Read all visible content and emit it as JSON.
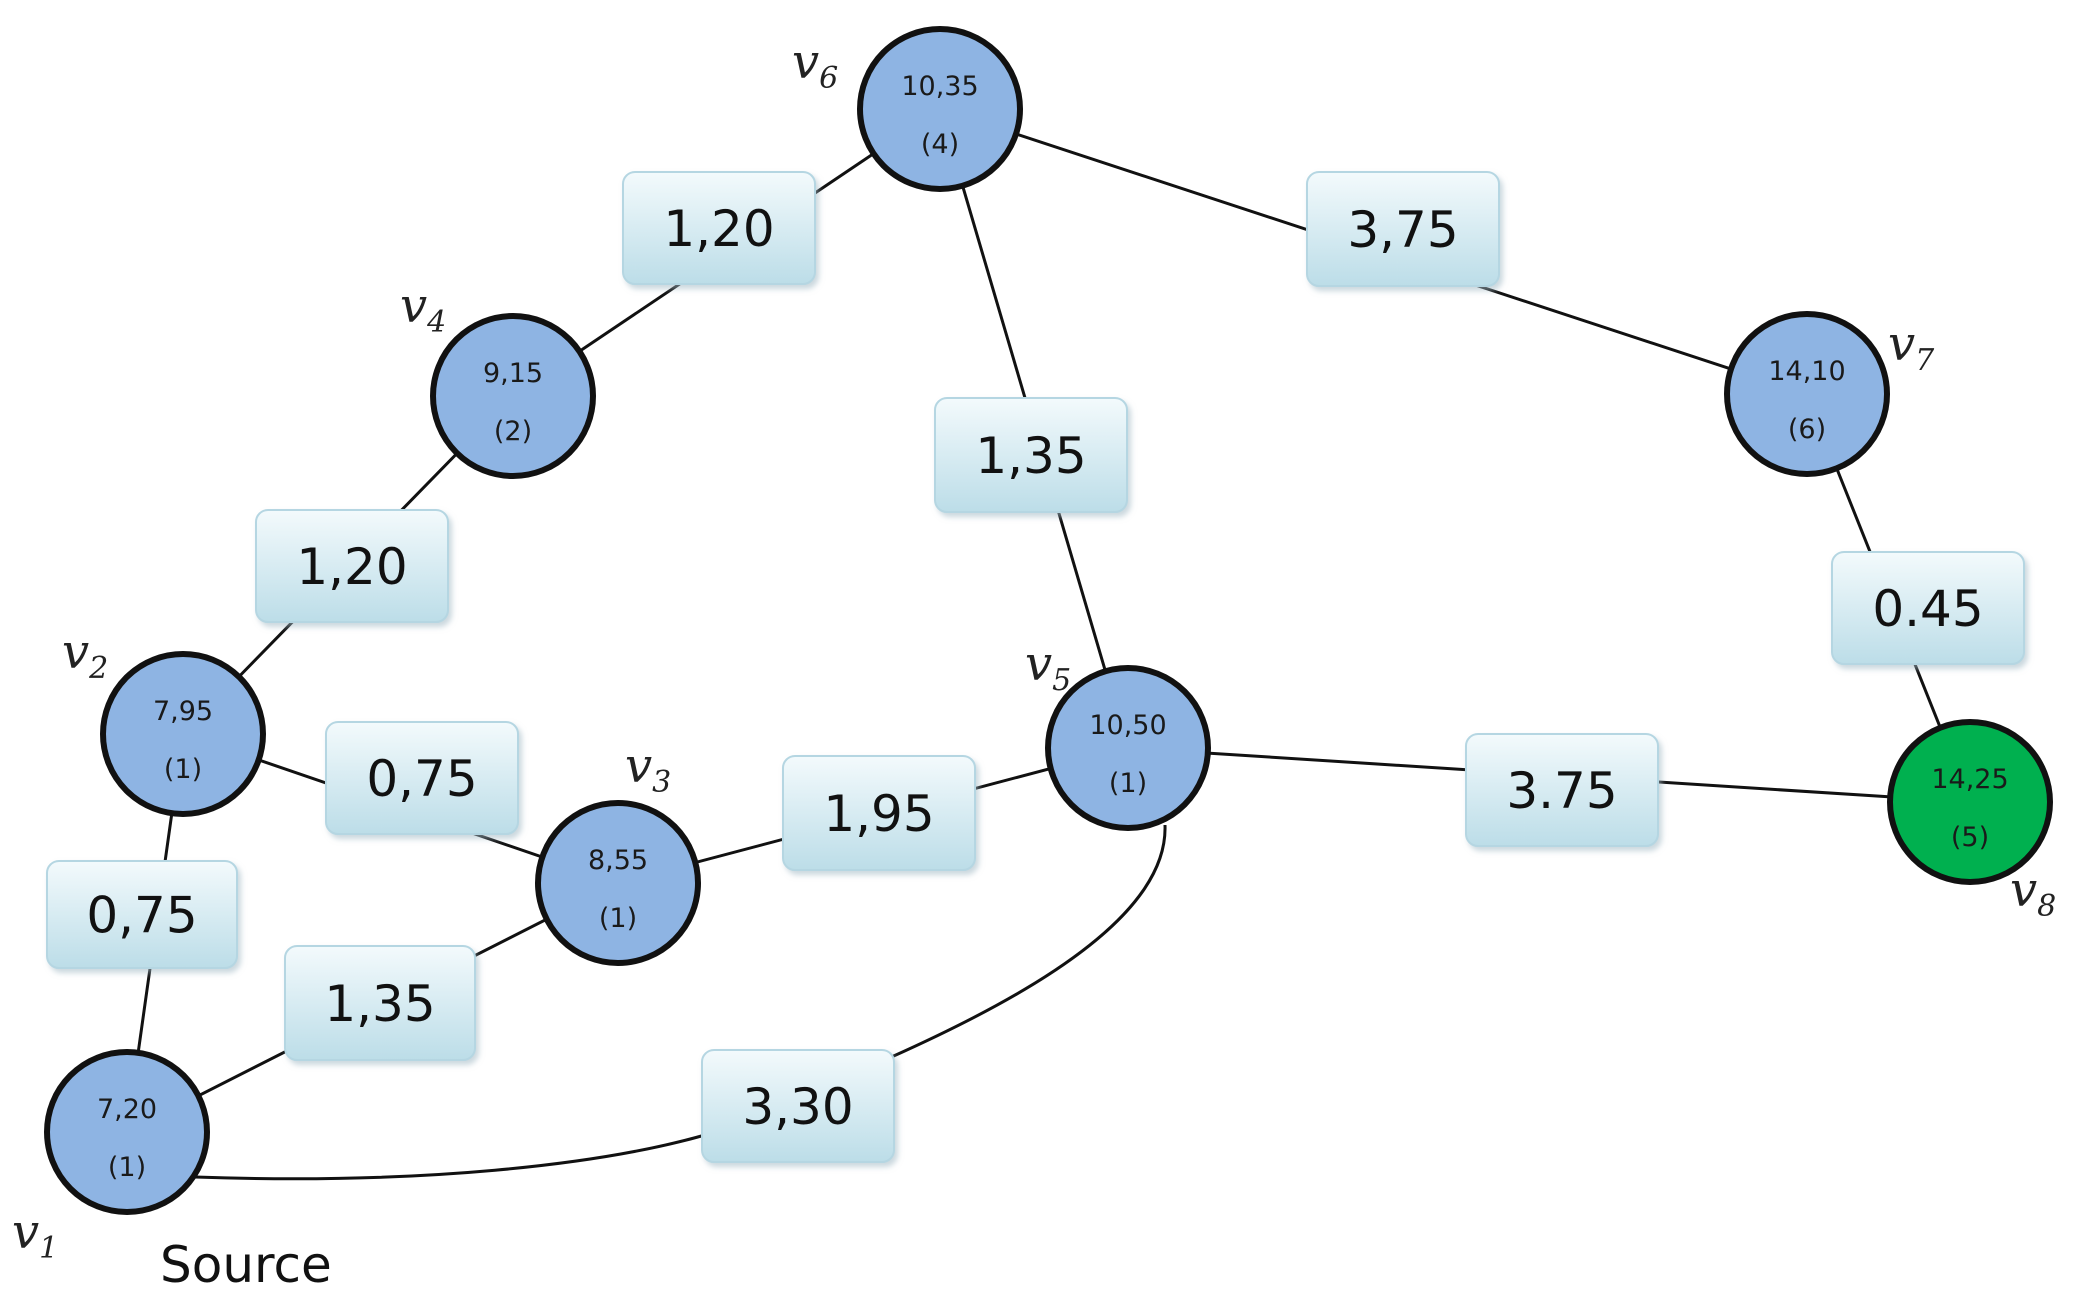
{
  "colors": {
    "node_fill": "#8eb4e3",
    "node_target_fill": "#00b04f",
    "node_stroke": "#111111",
    "edge_stroke": "#111111",
    "label_fill_top": "#f3fafc",
    "label_fill_bottom": "#bcdde8"
  },
  "nodes": [
    {
      "id": "v1",
      "name": "v",
      "sub": "1",
      "value": "7,20",
      "count": "(1)"
    },
    {
      "id": "v2",
      "name": "v",
      "sub": "2",
      "value": "7,95",
      "count": "(1)"
    },
    {
      "id": "v3",
      "name": "v",
      "sub": "3",
      "value": "8,55",
      "count": "(1)"
    },
    {
      "id": "v4",
      "name": "v",
      "sub": "4",
      "value": "9,15",
      "count": "(2)"
    },
    {
      "id": "v5",
      "name": "v",
      "sub": "5",
      "value": "10,50",
      "count": "(1)"
    },
    {
      "id": "v6",
      "name": "v",
      "sub": "6",
      "value": "10,35",
      "count": "(4)"
    },
    {
      "id": "v7",
      "name": "v",
      "sub": "7",
      "value": "14,10",
      "count": "(6)"
    },
    {
      "id": "v8",
      "name": "v",
      "sub": "8",
      "value": "14,25",
      "count": "(5)",
      "target": true
    }
  ],
  "edges": [
    {
      "id": "v1-v2",
      "from": "v1",
      "to": "v2",
      "label": "0,75"
    },
    {
      "id": "v1-v3",
      "from": "v1",
      "to": "v3",
      "label": "1,35"
    },
    {
      "id": "v1-v5",
      "from": "v1",
      "to": "v5",
      "label": "3,30"
    },
    {
      "id": "v2-v3",
      "from": "v2",
      "to": "v3",
      "label": "0,75"
    },
    {
      "id": "v2-v4",
      "from": "v2",
      "to": "v4",
      "label": "1,20"
    },
    {
      "id": "v3-v5",
      "from": "v3",
      "to": "v5",
      "label": "1,95"
    },
    {
      "id": "v4-v6",
      "from": "v4",
      "to": "v6",
      "label": "1,20"
    },
    {
      "id": "v5-v6",
      "from": "v5",
      "to": "v6",
      "label": "1,35"
    },
    {
      "id": "v6-v7",
      "from": "v6",
      "to": "v7",
      "label": "3,75"
    },
    {
      "id": "v7-v8",
      "from": "v7",
      "to": "v8",
      "label": "0.45"
    },
    {
      "id": "v5-v8",
      "from": "v5",
      "to": "v8",
      "label": "3.75"
    }
  ],
  "caption": "Source"
}
